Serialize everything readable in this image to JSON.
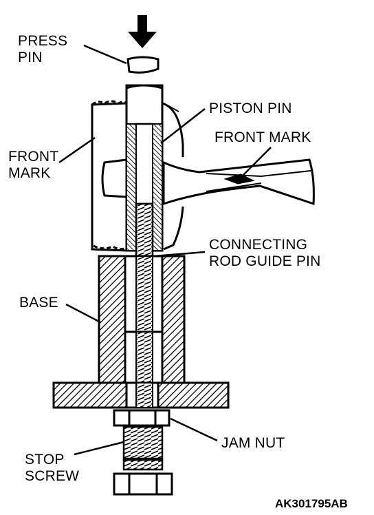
{
  "labels": {
    "press_pin": [
      "PRESS",
      "PIN"
    ],
    "piston_pin": "PISTON PIN",
    "front_mark_left": [
      "FRONT",
      "MARK"
    ],
    "front_mark_right": "FRONT MARK",
    "connecting_rod_guide_pin": [
      "CONNECTING",
      "ROD GUIDE PIN"
    ],
    "base": "BASE",
    "jam_nut": "JAM NUT",
    "stop_screw": [
      "STOP",
      "SCREW"
    ]
  },
  "figure_code": "AK301795AB"
}
